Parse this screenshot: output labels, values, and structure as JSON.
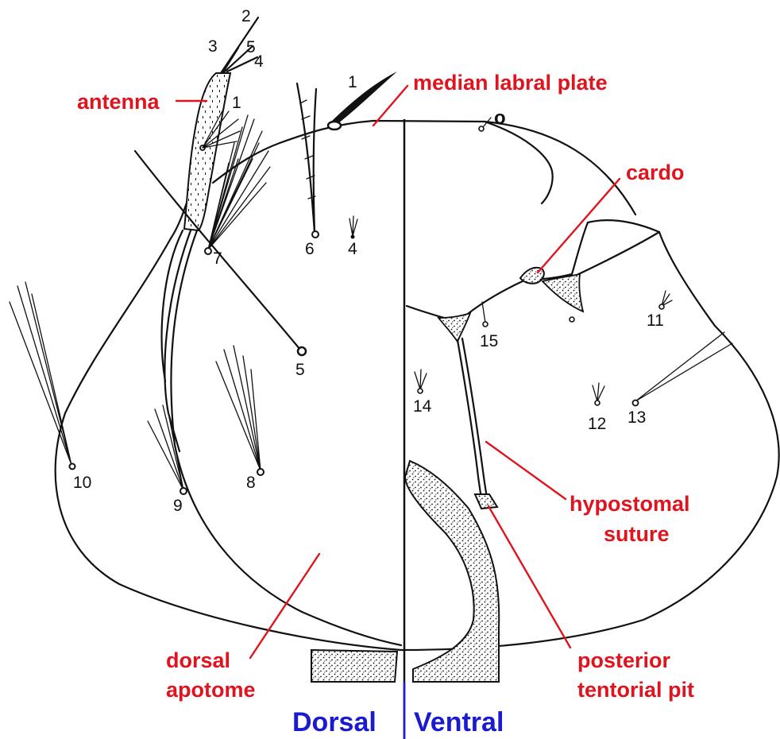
{
  "colors": {
    "label": "#e0141e",
    "side_label": "#1a1ad0",
    "ink": "#111111",
    "midline": "#1a1ad0"
  },
  "labels": {
    "antenna": "antenna",
    "median_labral_plate": "median labral plate",
    "cardo": "cardo",
    "hypostomal_suture_1": "hypostomal",
    "hypostomal_suture_2": "suture",
    "posterior_tentorial_pit_1": "posterior",
    "posterior_tentorial_pit_2": "tentorial pit",
    "dorsal_apotome_1": "dorsal",
    "dorsal_apotome_2": "apotome"
  },
  "sides": {
    "dorsal": "Dorsal",
    "ventral": "Ventral"
  },
  "setae": {
    "antenna": [
      "1",
      "2",
      "3",
      "4",
      "5"
    ],
    "dorsal": [
      "1",
      "4",
      "5",
      "6",
      "7",
      "8",
      "9",
      "10"
    ],
    "ventral": [
      "o",
      "11",
      "12",
      "13",
      "14",
      "15"
    ]
  }
}
